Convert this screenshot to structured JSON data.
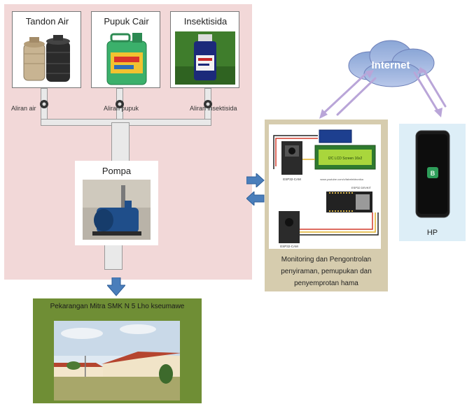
{
  "sources": {
    "tandon": "Tandon Air",
    "pupuk": "Pupuk Cair",
    "insektisida": "Insektisida"
  },
  "flows": {
    "air": "Aliran air",
    "pupuk": "Aliran pupuk",
    "insektisida": "Aliran insektisida"
  },
  "pump": {
    "label": "Pompa"
  },
  "board": {
    "lcd_text": "I2C LCD Screen 16x2",
    "url_text": "www.youtube.com/c/fabelektronika",
    "module_label": "ESP32-CAM",
    "devkit_label": "ESP32 DEVKIT"
  },
  "monitoring": {
    "line1": "Monitoring dan Pengontrolan",
    "line2": "penyiraman, pemupukan dan",
    "line3": "penyemprotan hama"
  },
  "cloud": {
    "label": "Internet"
  },
  "phone": {
    "label": "HP",
    "app_glyph": "B"
  },
  "destination": {
    "label": "Pekarangan Mitra SMK N 5 Lho kseumawe"
  },
  "colors": {
    "pink_panel": "#f2d8d8",
    "tan_panel": "#d6ccae",
    "blue_panel": "#ddeef7",
    "green_panel": "#6f8e35",
    "arrow_blue": "#4a7ebb",
    "arrow_purple": "#b9a5d8"
  }
}
